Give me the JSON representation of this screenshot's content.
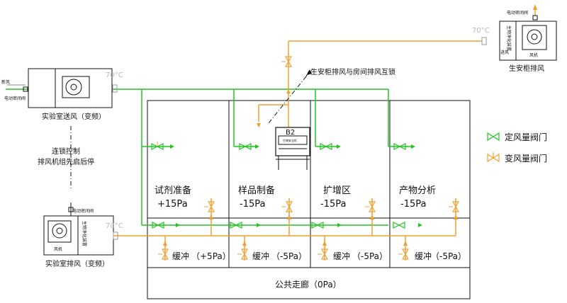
{
  "equipment": {
    "supply_unit": {
      "label": "实验室送风（变频）",
      "temp": "70°C",
      "valve_label": "电动密闭阀",
      "fresh_air": "新风"
    },
    "exhaust_unit": {
      "label": "实验室排风（变频）",
      "temp": "70°C",
      "valve_label": "电动密闭阀",
      "fan": "风机",
      "filter": "生物净化装置"
    },
    "bsc_exhaust_unit": {
      "label": "生安柜排风",
      "temp": "70°C",
      "valve_label": "电动密闭阀",
      "fan": "风机",
      "filter": "生物净化装置",
      "inlet": "进风"
    },
    "bsc": {
      "label": "B2",
      "sublabel": "生物安全柜"
    }
  },
  "notes": {
    "interlock_title": "连锁控制",
    "interlock_desc": "排风机组先启后停",
    "bsc_interlock": "生安柜排风与房间排风互锁"
  },
  "rooms": [
    {
      "name": "试剂准备",
      "pressure": "+15Pa"
    },
    {
      "name": "样品制备",
      "pressure": "-15Pa"
    },
    {
      "name": "扩增区",
      "pressure": "-15Pa"
    },
    {
      "name": "产物分析",
      "pressure": "-15Pa"
    }
  ],
  "buffers": [
    {
      "name": "缓冲",
      "pressure": "（+5Pa）"
    },
    {
      "name": "缓冲",
      "pressure": "（-5Pa）"
    },
    {
      "name": "缓冲",
      "pressure": "（-5Pa）"
    },
    {
      "name": "缓冲",
      "pressure": "（-5Pa）"
    }
  ],
  "corridor": {
    "name": "公共走廊（0Pa）"
  },
  "legend": {
    "constant_valve": "定风量阀门",
    "variable_valve": "变风量阀门"
  },
  "colors": {
    "supply": "#22c422",
    "exhaust": "#f0a030",
    "line": "#111111"
  }
}
